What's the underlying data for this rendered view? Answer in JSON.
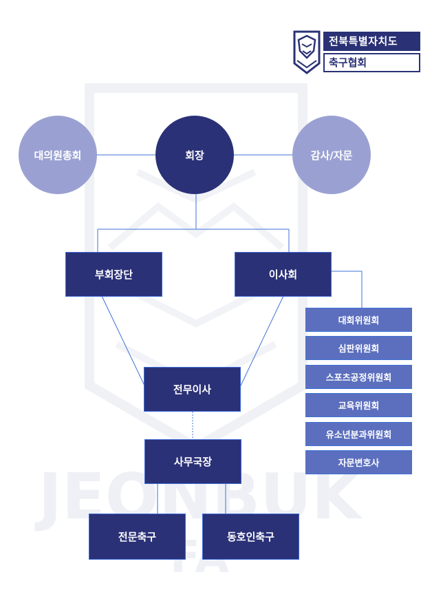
{
  "logo": {
    "line1": "전북특별자치도",
    "line2": "축구협회"
  },
  "watermark": {
    "word": "JEONBUK",
    "sub": "FA"
  },
  "nodes": {
    "assembly": "대의원총회",
    "president": "회장",
    "audit": "감사/자문",
    "vice_presidents": "부회장단",
    "board": "이사회",
    "executive_director": "전무이사",
    "secretary_general": "사무국장",
    "pro_football": "전문축구",
    "amateur_football": "동호인축구"
  },
  "committees": [
    "대회위원회",
    "심판위원회",
    "스포츠공정위원회",
    "교육위원회",
    "유소년분과위원회",
    "자문변호사"
  ],
  "colors": {
    "dark_navy": "#2b3177",
    "light_circle": "#9aa1d2",
    "committee": "#5c6fbe",
    "line": "#3d72d6",
    "watermark": "#eef0f5"
  }
}
